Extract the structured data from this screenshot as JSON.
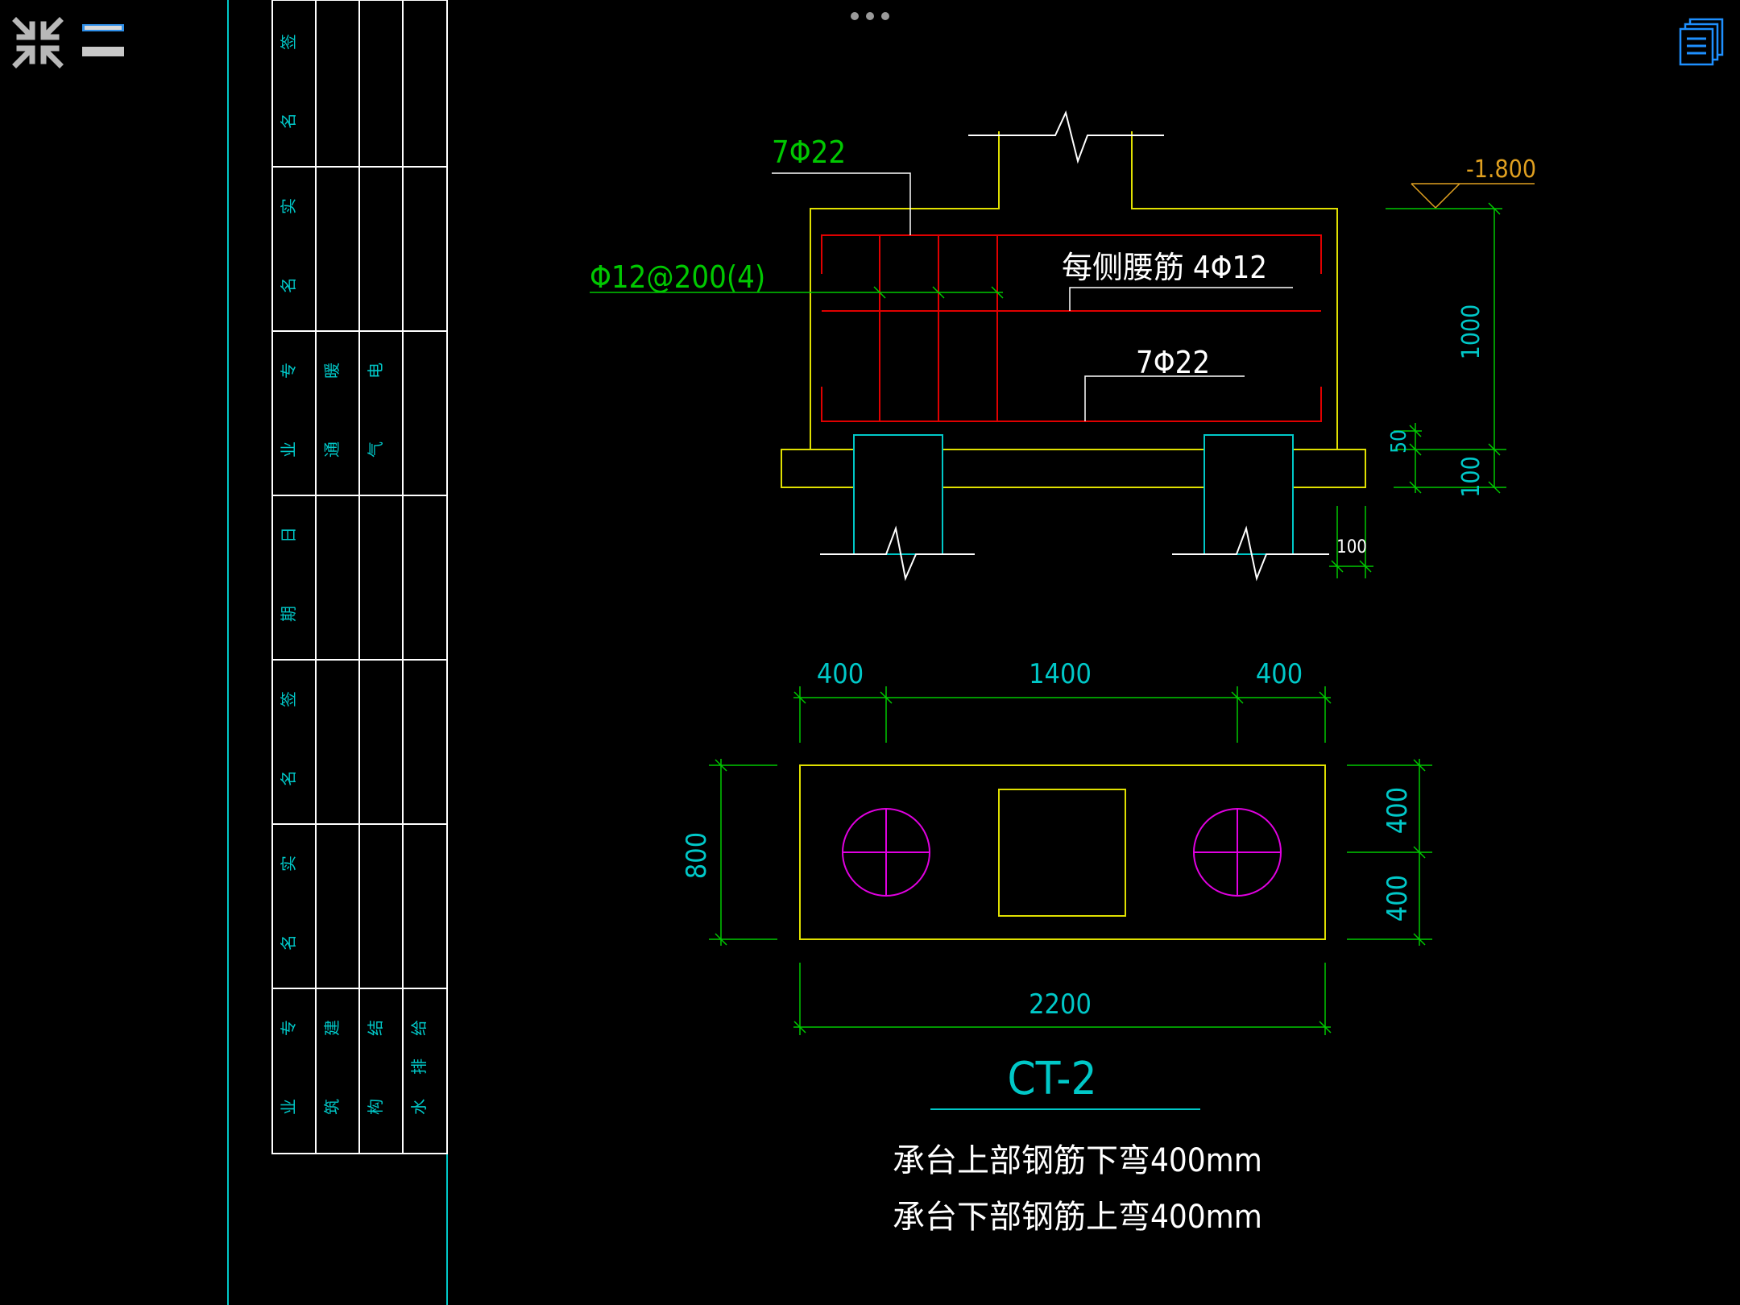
{
  "viewer": {
    "icons": {
      "collapse": "collapse-arrows-icon",
      "menu": "menu-icon",
      "more": "more-dots-icon",
      "layers": "layers-list-icon"
    },
    "colors": {
      "background": "#000000",
      "cyan": "#00c8c8",
      "yellow": "#e0e000",
      "red": "#e00000",
      "green": "#00c800",
      "magenta": "#e000e0",
      "white": "#ffffff",
      "accent_blue": "#1e90ff"
    }
  },
  "title_block": {
    "columns": [
      {
        "header": "签名",
        "rows": []
      },
      {
        "header": "实名",
        "rows": []
      },
      {
        "header": "专业",
        "rows": [
          "暖通",
          "电气"
        ]
      },
      {
        "header": "日期",
        "rows": []
      },
      {
        "header": "签名",
        "rows": []
      },
      {
        "header": "实名",
        "rows": []
      },
      {
        "header": "专业",
        "rows": [
          "建筑",
          "结构",
          "给排水"
        ]
      }
    ]
  },
  "section": {
    "top_rebar": "7Φ22",
    "stirrup": "Φ12@200(4)",
    "waist_rebar": "每侧腰筋 4Φ12",
    "bottom_rebar": "7Φ22",
    "elevation": "-1.800",
    "dim_height": "1000",
    "dim_50": "50",
    "dim_100_v": "100",
    "dim_100_h": "100"
  },
  "plan": {
    "dim_left": "400",
    "dim_mid": "1400",
    "dim_right": "400",
    "dim_total": "2200",
    "dim_height": "800",
    "dim_top": "400",
    "dim_bottom": "400",
    "title": "CT-2"
  },
  "notes": [
    "承台上部钢筋下弯400mm",
    "承台下部钢筋上弯400mm"
  ]
}
